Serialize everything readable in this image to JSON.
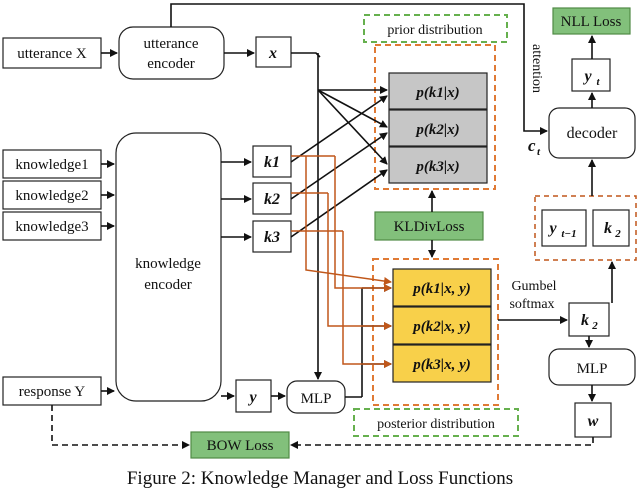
{
  "inputs": {
    "utterance": "utterance X",
    "knowledge": [
      "knowledge1",
      "knowledge2",
      "knowledge3"
    ],
    "response": "response Y"
  },
  "encoders": {
    "utterance_encoder": [
      "utterance",
      "encoder"
    ],
    "knowledge_encoder": [
      "knowledge",
      "encoder"
    ]
  },
  "vectors": {
    "x": "x",
    "k": [
      "k1",
      "k2",
      "k3"
    ],
    "y": "y",
    "w": "w",
    "k2_selected": "k2",
    "k2_decoder": "k2",
    "y_t": "yt",
    "y_t_minus_1": "yt−1",
    "c_t": "ct"
  },
  "blocks": {
    "prior_label": "prior distribution",
    "posterior_label": "posterior distribution",
    "prior_rows": [
      "p(k1|x)",
      "p(k2|x)",
      "p(k3|x)"
    ],
    "posterior_rows": [
      "p(k1|x, y)",
      "p(k2|x, y)",
      "p(k3|x, y)"
    ],
    "mlp_left": "MLP",
    "mlp_right": "MLP",
    "decoder": "decoder",
    "kldivloss": "KLDivLoss",
    "nll_loss": "NLL Loss",
    "bow_loss": "BOW Loss",
    "gumbel": [
      "Gumbel",
      "softmax"
    ],
    "attention": "attention"
  },
  "caption": "Figure 2: Knowledge Manager and Loss Functions",
  "colors": {
    "green": "#82c07b",
    "green_border": "#5a9a50",
    "grey": "#c6c6c6",
    "yellow": "#f8d04a",
    "orange": "#e07a35",
    "dashed_green": "#66b04e"
  }
}
